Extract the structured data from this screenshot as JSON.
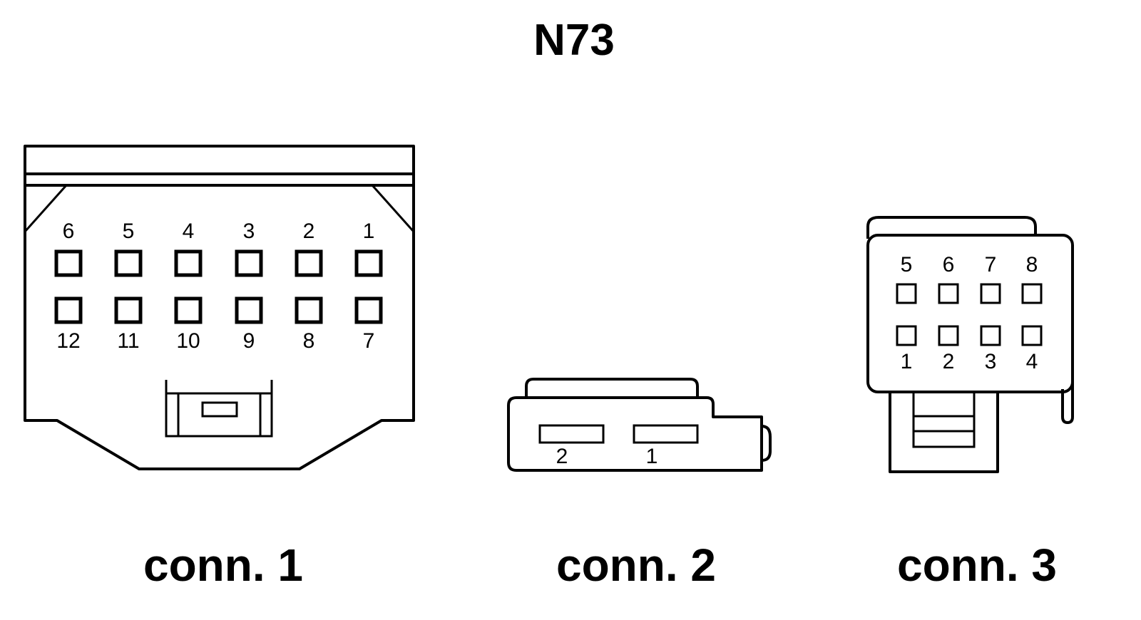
{
  "title": "N73",
  "connectors": [
    {
      "label": "conn. 1",
      "top_row_pins": [
        "6",
        "5",
        "4",
        "3",
        "2",
        "1"
      ],
      "bottom_row_pins": [
        "12",
        "11",
        "10",
        "9",
        "8",
        "7"
      ]
    },
    {
      "label": "conn. 2",
      "pins": [
        "2",
        "1"
      ]
    },
    {
      "label": "conn. 3",
      "top_row_pins": [
        "5",
        "6",
        "7",
        "8"
      ],
      "bottom_row_pins": [
        "1",
        "2",
        "3",
        "4"
      ]
    }
  ]
}
